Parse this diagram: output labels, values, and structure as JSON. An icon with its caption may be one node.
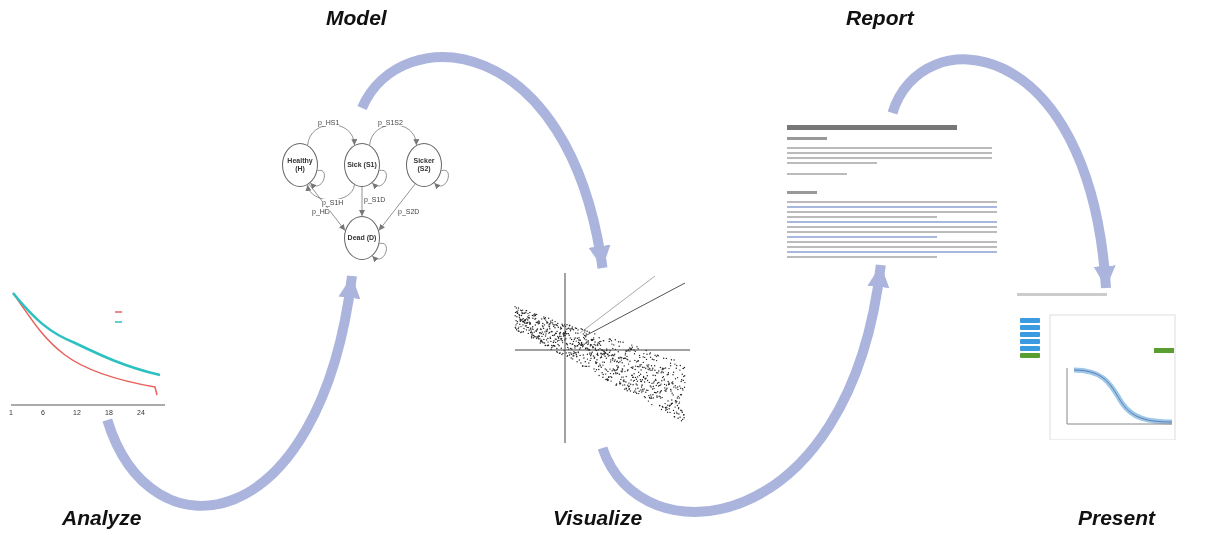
{
  "diagram": {
    "nodes": [
      {
        "text": [],
        "shape": "picture"
      },
      {
        "text": [],
        "shape": "picture"
      },
      {
        "text": [
          "Healthy (H)"
        ],
        "in": 1
      },
      {
        "text": [
          "Sick (S1)"
        ],
        "in": 1
      },
      {
        "text": [
          "Sicker (S2)"
        ],
        "in": 1
      },
      {
        "text": [
          "Dead (D)"
        ],
        "in": 1
      },
      {
        "text": [],
        "shape": "picture"
      },
      {
        "text": [],
        "shape": "picture"
      },
      {
        "text": [],
        "shape": "picture"
      }
    ],
    "edges": [
      {
        "from": 0,
        "to": 1,
        "arrow": "to",
        "style": "thick",
        "color": "#aab4dc"
      },
      {
        "from": 1,
        "to": 6,
        "arrow": "to",
        "style": "thick",
        "color": "#aab4dc"
      },
      {
        "from": 6,
        "to": 7,
        "arrow": "to",
        "style": "thick",
        "color": "#aab4dc"
      },
      {
        "from": 7,
        "to": 8,
        "arrow": "to",
        "style": "thick",
        "color": "#aab4dc"
      },
      {
        "from": 2,
        "to": 3,
        "arrow": "to",
        "label": "p_HS1"
      },
      {
        "from": 3,
        "to": 4,
        "arrow": "to",
        "label": "p_S1S2"
      },
      {
        "from": 3,
        "to": 2,
        "arrow": "to",
        "label": "p_S1H"
      },
      {
        "from": 2,
        "to": 5,
        "arrow": "to",
        "label": "p_HD"
      },
      {
        "from": 3,
        "to": 5,
        "arrow": "to",
        "label": "p_S1D"
      },
      {
        "from": 4,
        "to": 5,
        "arrow": "to",
        "label": "p_S2D"
      },
      {
        "from": 2,
        "to": 2,
        "arrow": "to"
      },
      {
        "from": 3,
        "to": 3,
        "arrow": "to"
      },
      {
        "from": 4,
        "to": 4,
        "arrow": "to"
      },
      {
        "from": 5,
        "to": 5,
        "arrow": "to"
      }
    ],
    "labels": [
      "Model",
      "Report",
      "1",
      "6",
      "12",
      "18",
      "24",
      "Analyze",
      "Visualize",
      "Present"
    ]
  }
}
